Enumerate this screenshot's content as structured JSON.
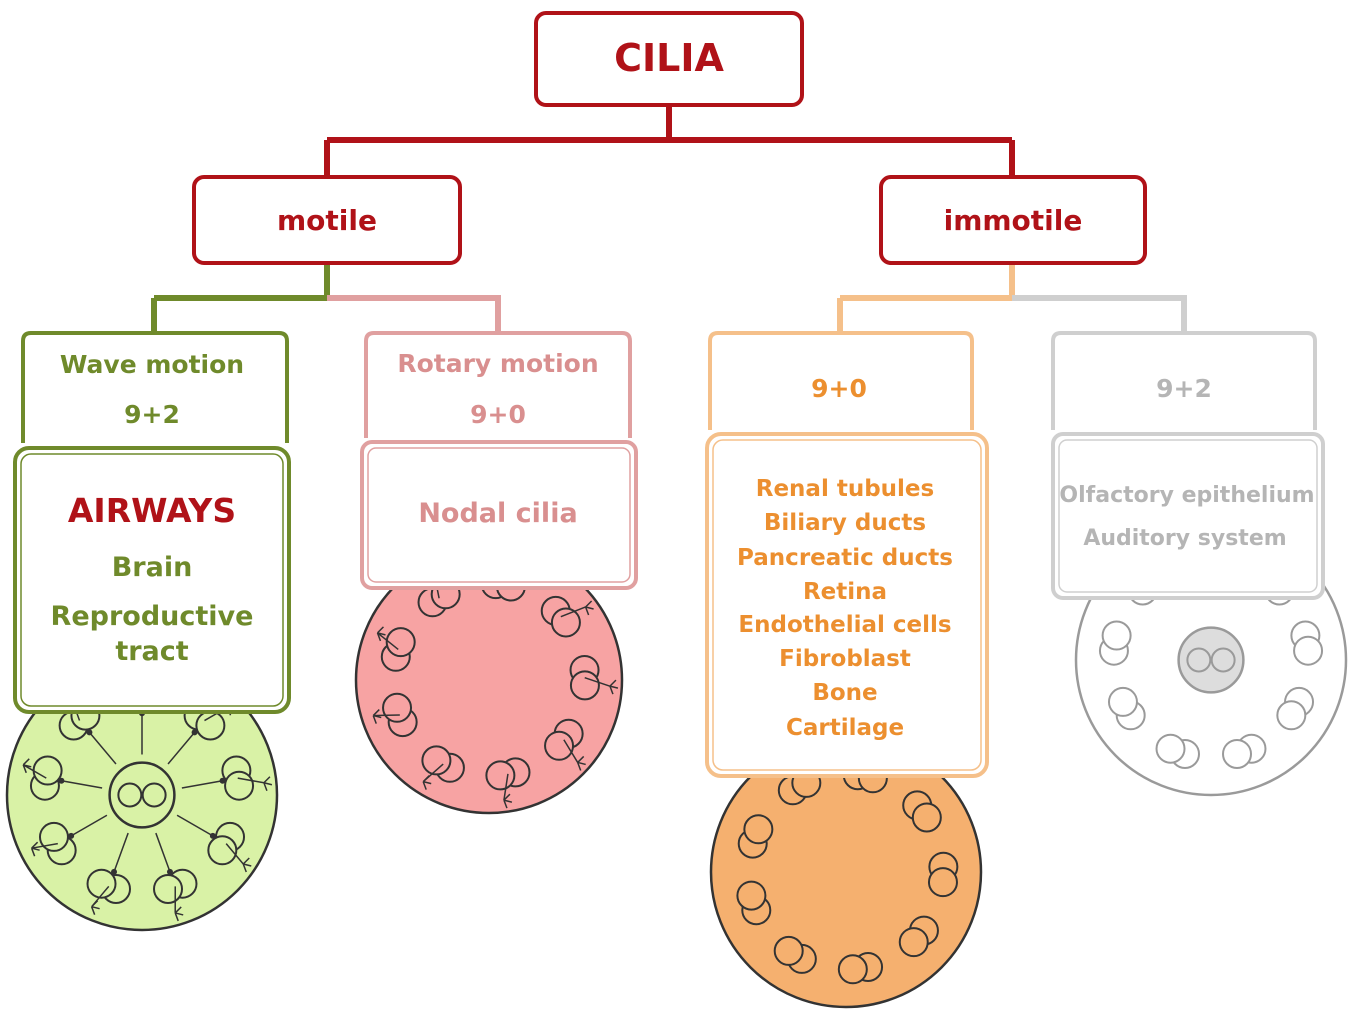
{
  "root": {
    "label": "CILIA"
  },
  "branches": {
    "motile": {
      "label": "motile",
      "wave": {
        "title": "Wave motion",
        "structure": "9+2",
        "primary": "AIRWAYS",
        "locations": [
          "Brain",
          "Reproductive",
          "tract"
        ]
      },
      "rotary": {
        "title": "Rotary motion",
        "structure": "9+0",
        "locations": [
          "Nodal cilia"
        ]
      }
    },
    "immotile": {
      "label": "immotile",
      "nine_zero": {
        "structure": "9+0",
        "locations": [
          "Renal tubules",
          "Biliary ducts",
          "Pancreatic ducts",
          "Retina",
          "Endothelial cells",
          "Fibroblast",
          "Bone",
          "Cartilage"
        ]
      },
      "nine_two": {
        "structure": "9+2",
        "locations": [
          "Olfactory epithelium",
          "Auditory system"
        ]
      }
    }
  },
  "colors": {
    "root_red": "#b01218",
    "wave_green": "#6f8a2b",
    "wave_fill": "#d9f2a6",
    "rotary_pink": "#d98c8c",
    "rotary_text": "#d98f8f",
    "rotary_fill": "#f7a3a3",
    "orange": "#f2a55a",
    "orange_text": "#ec8f2f",
    "orange_fill": "#f5b06f",
    "grey": "#bdbdbd",
    "grey_text": "#b5b5b5"
  }
}
